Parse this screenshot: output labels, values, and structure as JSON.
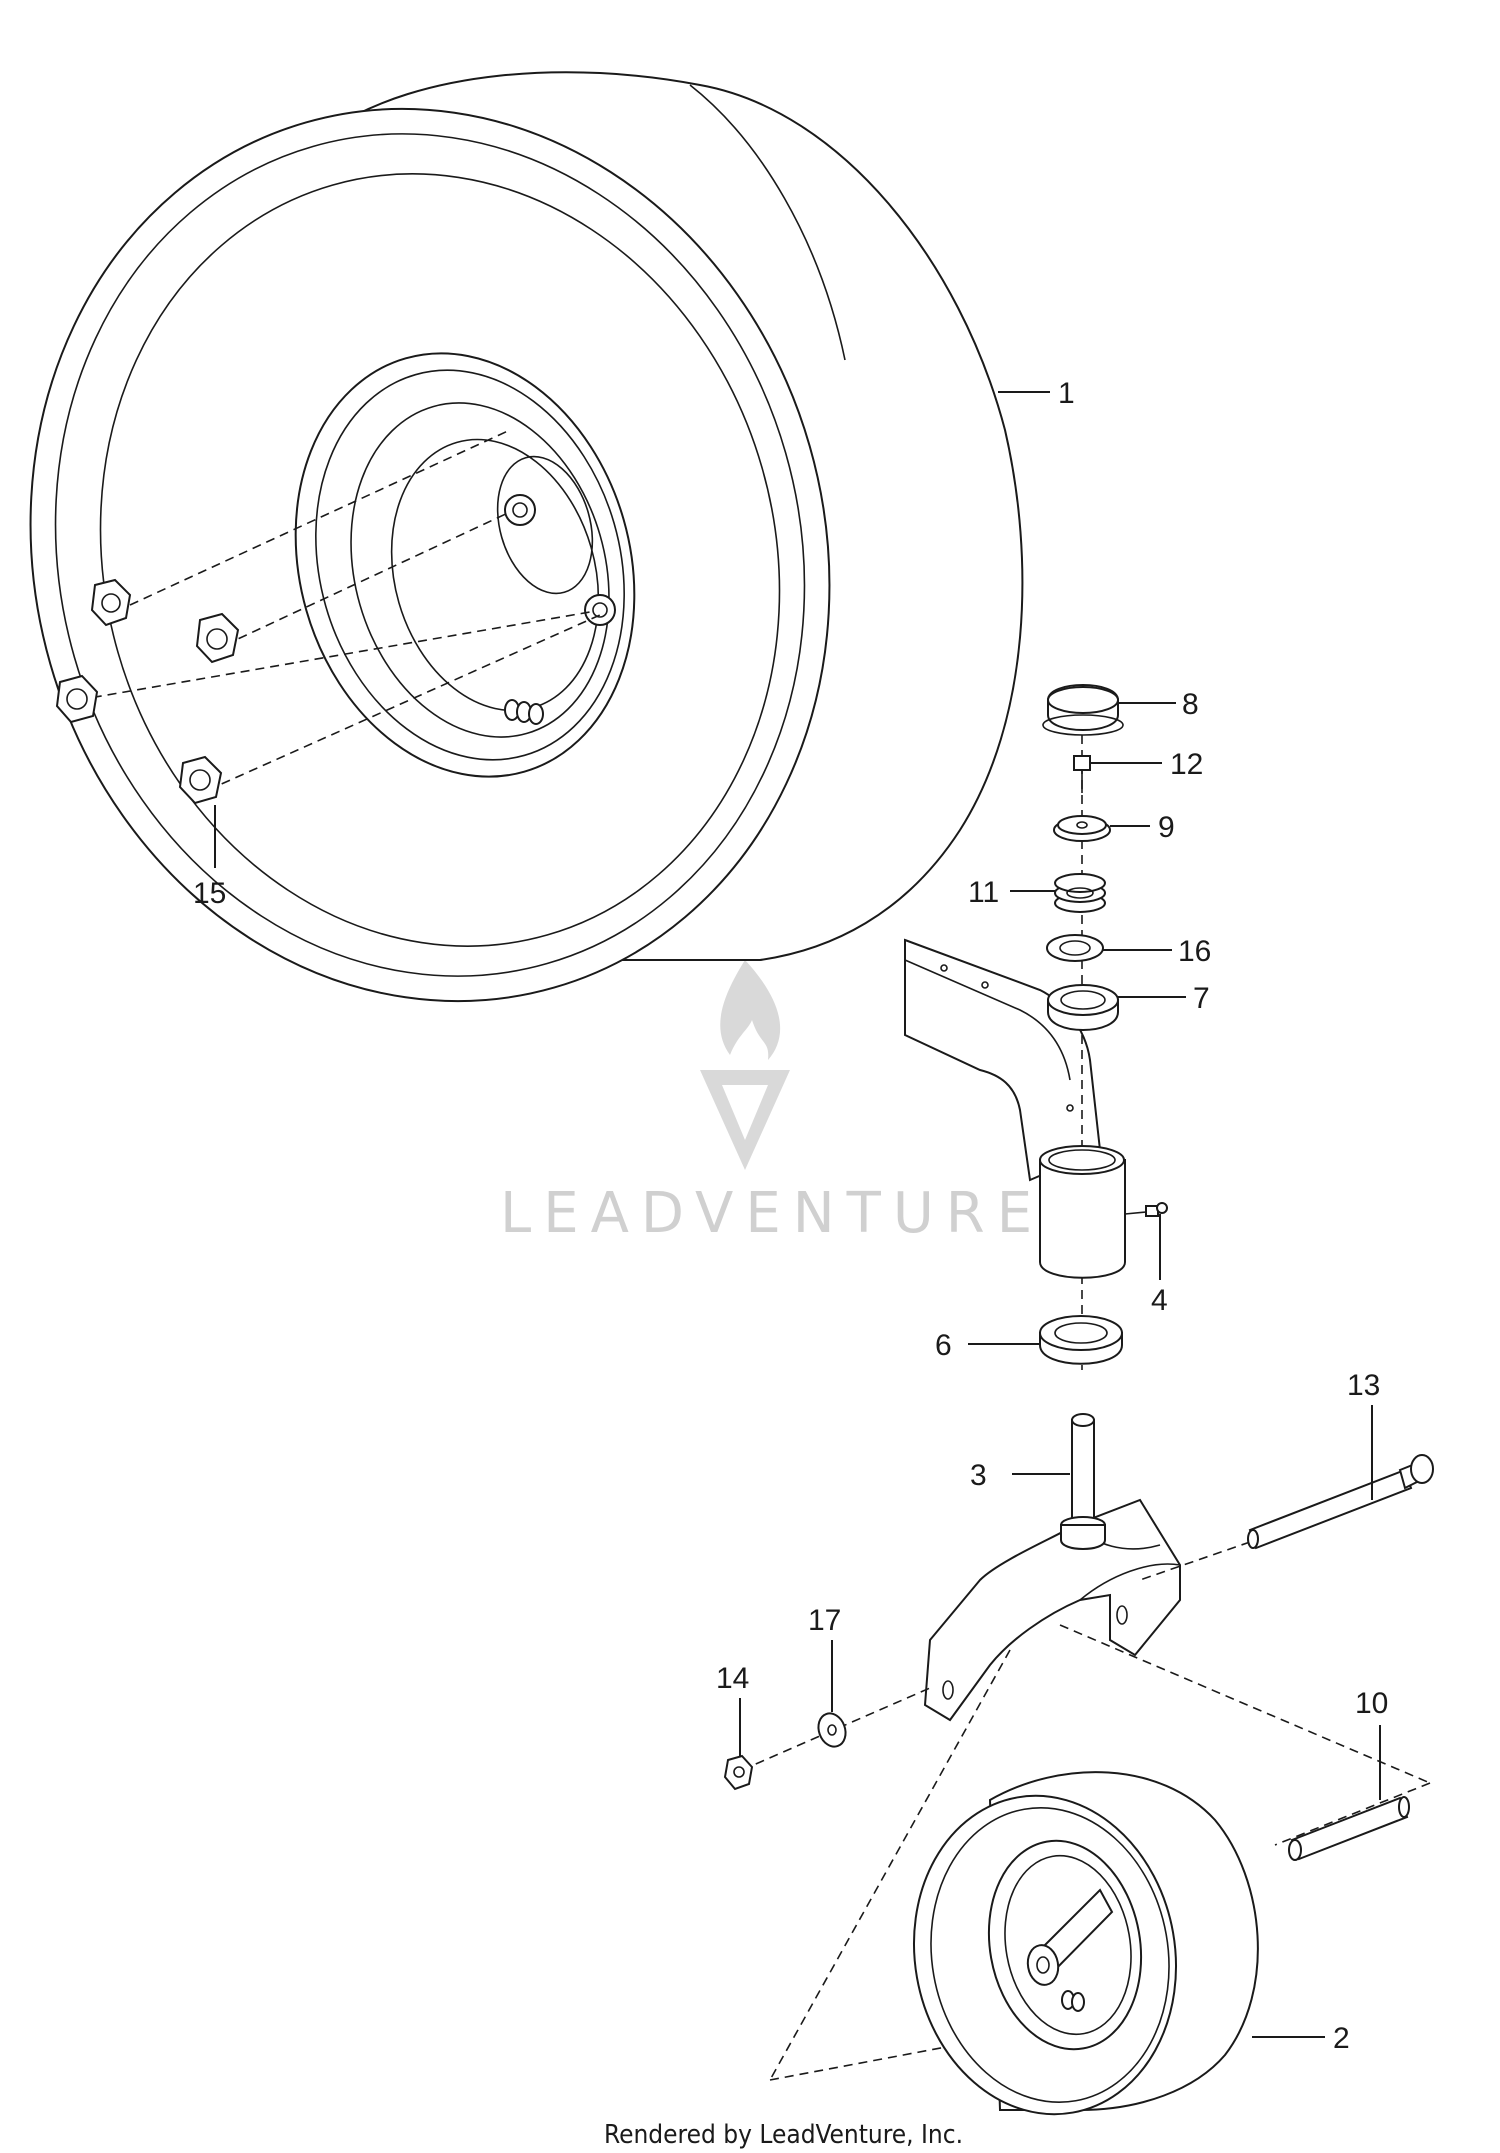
{
  "watermark": {
    "brand": "LEADVENTURE"
  },
  "footer": {
    "credit": "Rendered by LeadVenture, Inc."
  },
  "callouts": {
    "c1": "1",
    "c2": "2",
    "c3": "3",
    "c4": "4",
    "c6": "6",
    "c7": "7",
    "c8": "8",
    "c9": "9",
    "c10": "10",
    "c11": "11",
    "c12": "12",
    "c13": "13",
    "c14": "14",
    "c15": "15",
    "c16": "16",
    "c17": "17"
  }
}
